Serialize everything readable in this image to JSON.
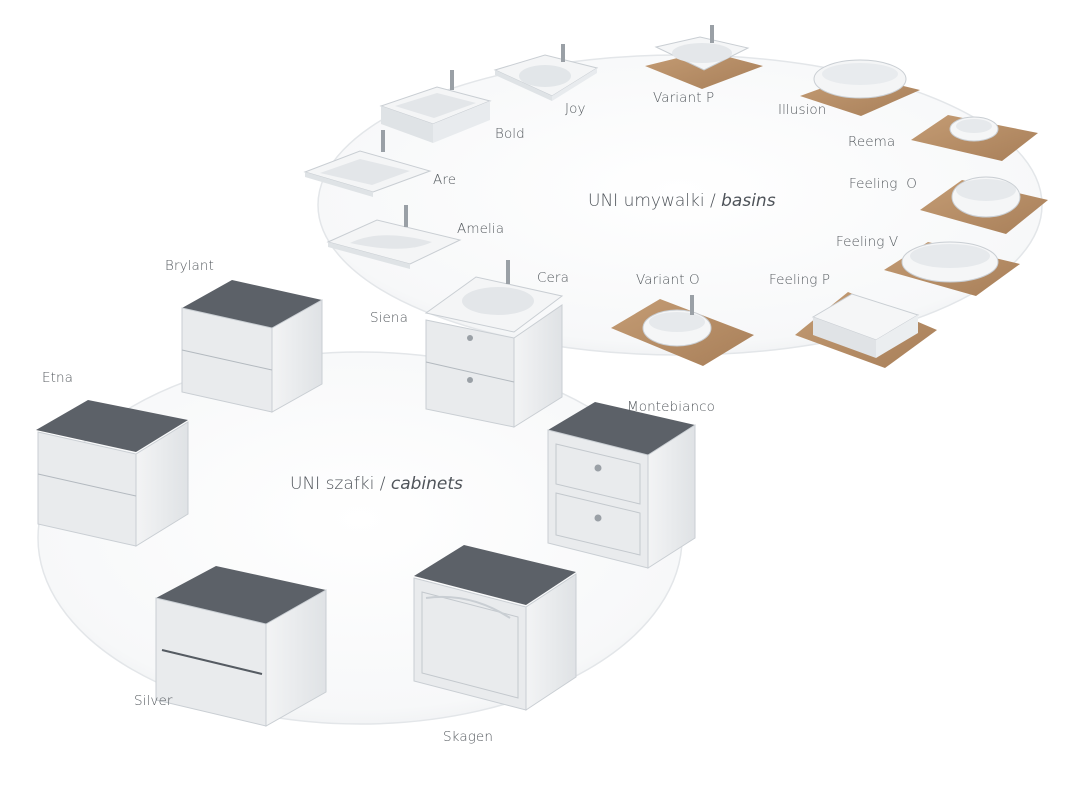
{
  "basins_group": {
    "title_main": "UNI umywalki /",
    "title_italic": "basins",
    "items": [
      "Joy",
      "Variant P",
      "Illusion",
      "Bold",
      "Reema",
      "Are",
      "Feeling  O",
      "Amelia",
      "Feeling V",
      "Cera",
      "Variant O",
      "Feeling P"
    ]
  },
  "cabinets_group": {
    "title_main": "UNI szafki /",
    "title_italic": "cabinets",
    "items": [
      "Brylant",
      "Siena",
      "Etna",
      "Montebianco",
      "Silver",
      "Skagen"
    ]
  },
  "colors": {
    "wood": "#b8906a",
    "basin": "#f4f5f6",
    "cabinet_front": "#e9ebed",
    "cabinet_inner": "#5c6168"
  }
}
